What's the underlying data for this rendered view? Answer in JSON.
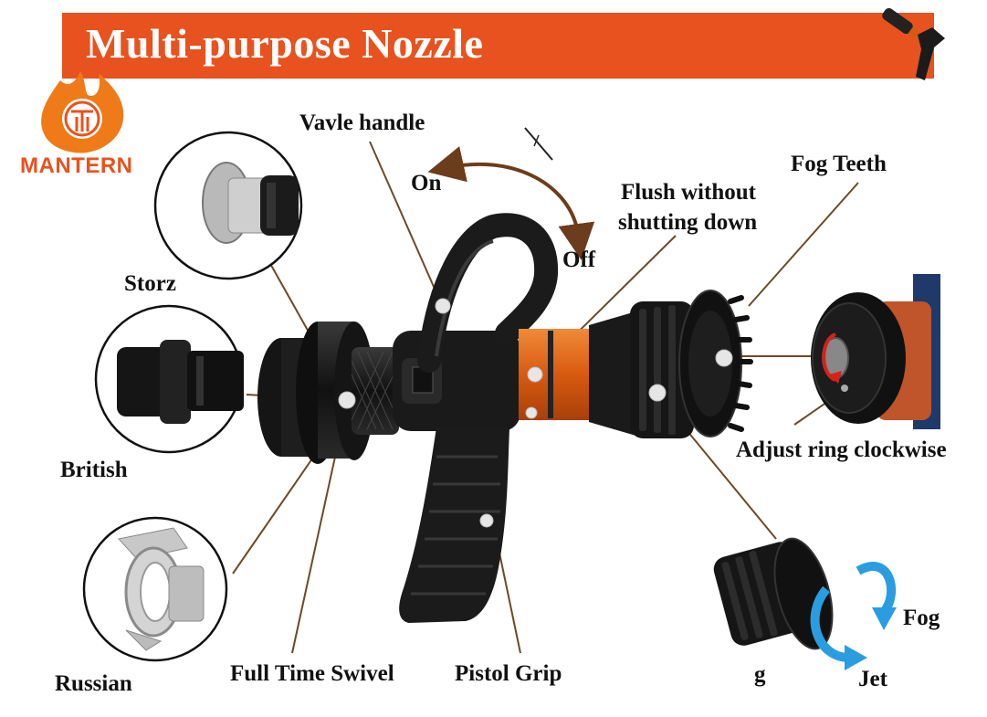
{
  "header": {
    "title": "Multi-purpose Nozzle"
  },
  "brand": {
    "name": "MANTERN",
    "color": "#e8521e"
  },
  "colors": {
    "banner": "#e8521e",
    "arrow_blue": "#2a9de0",
    "arrow_red": "#d8201f",
    "leader": "#6b4a2a",
    "nozzle_body": "#1b1b1b",
    "orange_band": "#e86a1a"
  },
  "labels": {
    "valve_handle": "Vavle handle",
    "on": "On",
    "off": "Off",
    "flush_line1": "Flush without",
    "flush_line2": "shutting down",
    "fog_teeth": "Fog Teeth",
    "storz": "Storz",
    "british": "British",
    "russian": "Russian",
    "adjust_ring": "Adjust ring clockwise",
    "full_time_swivel": "Full Time Swivel",
    "pistol_grip": "Pistol Grip",
    "fog": "Fog",
    "jet": "Jet",
    "g": "g"
  },
  "icons": [
    "brand-logo-icon",
    "nozzle-thumbnail-icon",
    "rotation-arrow-icon",
    "clockwise-arrow-icon",
    "fog-jet-arrow-icon"
  ]
}
